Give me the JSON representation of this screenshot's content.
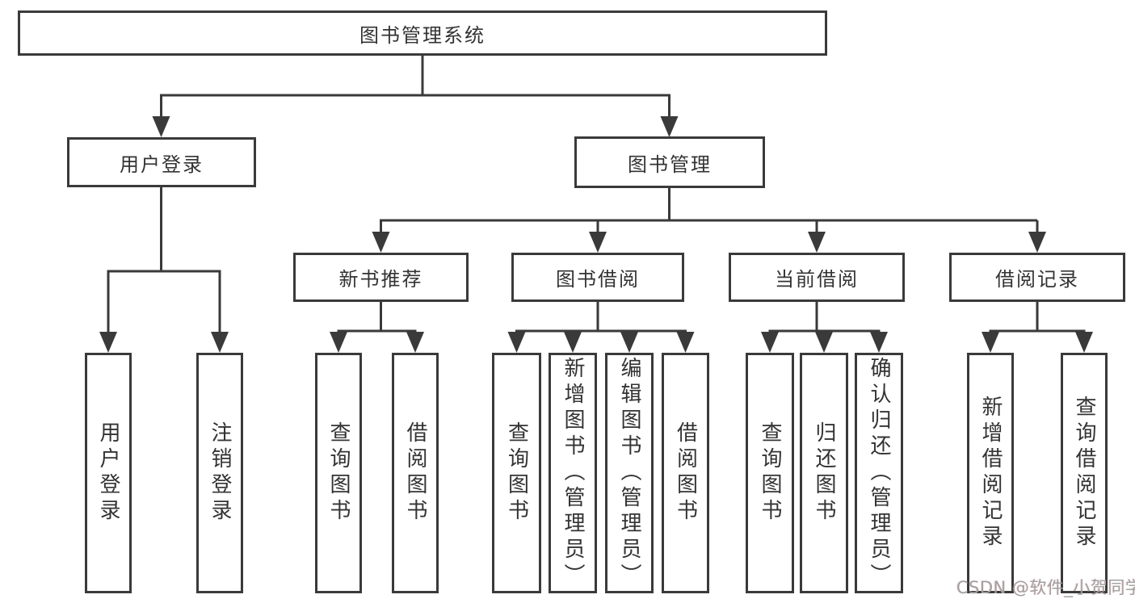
{
  "diagram_title": "图书管理系统",
  "colors": {
    "line": "#3a3a3a",
    "box_border": "#3a3a3a",
    "text": "#333333",
    "background": "#ffffff",
    "watermark": "#a0a0a0"
  },
  "nodes": {
    "root": {
      "label": "图书管理系统"
    },
    "user_login": {
      "label": "用户登录"
    },
    "book_mgmt": {
      "label": "图书管理"
    },
    "new_book_rec": {
      "label": "新书推荐"
    },
    "book_borrow": {
      "label": "图书借阅"
    },
    "current_borrow": {
      "label": "当前借阅"
    },
    "borrow_records": {
      "label": "借阅记录"
    },
    "leaf_user_login": {
      "label": "用户登录"
    },
    "leaf_logout": {
      "label": "注销登录"
    },
    "leaf_rec_query_book": {
      "label": "查询图书"
    },
    "leaf_rec_borrow_book": {
      "label": "借阅图书"
    },
    "leaf_bb_query_book": {
      "label": "查询图书"
    },
    "leaf_bb_add_book": {
      "label": "新增图书（管理员）"
    },
    "leaf_bb_edit_book": {
      "label": "编辑图书（管理员）"
    },
    "leaf_bb_borrow_book": {
      "label": "借阅图书"
    },
    "leaf_cb_query_book": {
      "label": "查询图书"
    },
    "leaf_cb_return_book": {
      "label": "归还图书"
    },
    "leaf_cb_confirm_return": {
      "label": "确认归还（管理员）"
    },
    "leaf_br_add_record": {
      "label": "新增借阅记录"
    },
    "leaf_br_query_record": {
      "label": "查询借阅记录"
    }
  },
  "hierarchy": [
    [
      "root",
      "user_login"
    ],
    [
      "root",
      "book_mgmt"
    ],
    [
      "user_login",
      "leaf_user_login"
    ],
    [
      "user_login",
      "leaf_logout"
    ],
    [
      "book_mgmt",
      "new_book_rec"
    ],
    [
      "book_mgmt",
      "book_borrow"
    ],
    [
      "book_mgmt",
      "current_borrow"
    ],
    [
      "book_mgmt",
      "borrow_records"
    ],
    [
      "new_book_rec",
      "leaf_rec_query_book"
    ],
    [
      "new_book_rec",
      "leaf_rec_borrow_book"
    ],
    [
      "book_borrow",
      "leaf_bb_query_book"
    ],
    [
      "book_borrow",
      "leaf_bb_add_book"
    ],
    [
      "book_borrow",
      "leaf_bb_edit_book"
    ],
    [
      "book_borrow",
      "leaf_bb_borrow_book"
    ],
    [
      "current_borrow",
      "leaf_cb_query_book"
    ],
    [
      "current_borrow",
      "leaf_cb_return_book"
    ],
    [
      "current_borrow",
      "leaf_cb_confirm_return"
    ],
    [
      "borrow_records",
      "leaf_br_add_record"
    ],
    [
      "borrow_records",
      "leaf_br_query_record"
    ]
  ],
  "watermark": {
    "text": "CSDN @软件_小贺同学"
  }
}
